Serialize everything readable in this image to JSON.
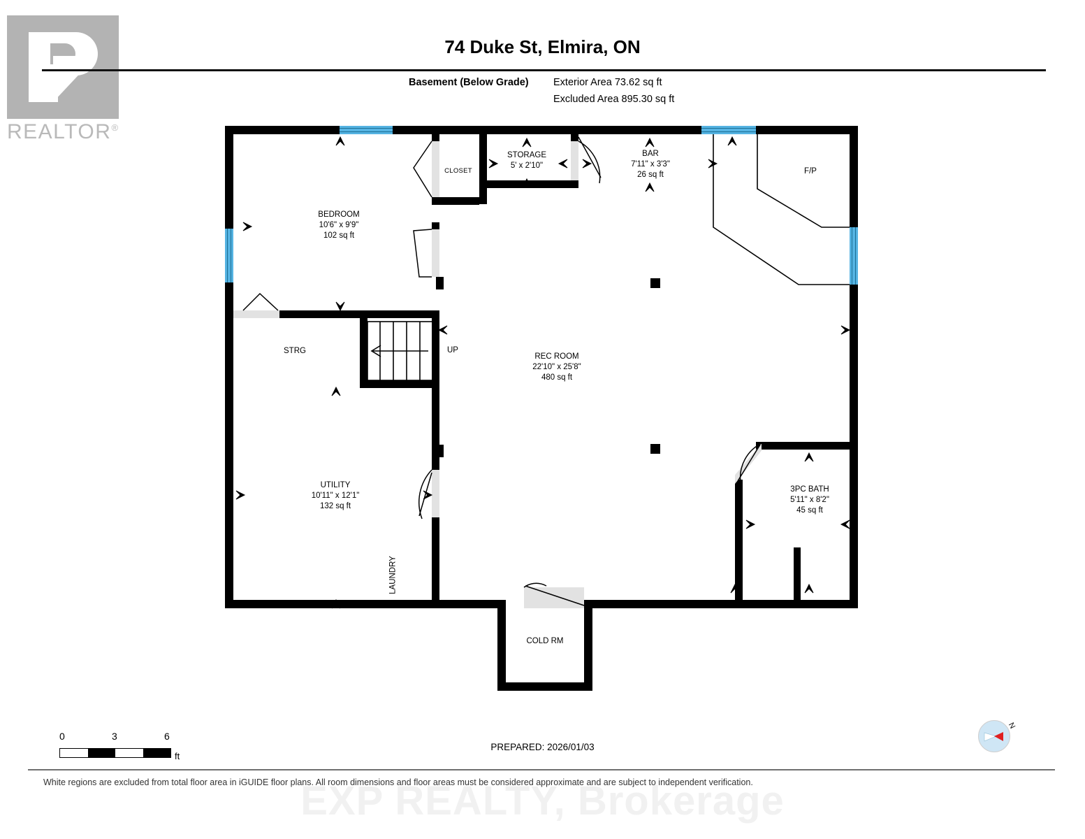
{
  "branding": {
    "realtor_logo_word": "REALTOR",
    "realtor_trademark": "®"
  },
  "header": {
    "title": "74 Duke St, Elmira, ON",
    "floor_label": "Basement (Below Grade)",
    "exterior_area": "Exterior Area 73.62 sq ft",
    "excluded_area": "Excluded Area 895.30 sq ft"
  },
  "rooms": [
    {
      "name": "BEDROOM",
      "dims": "10'6\" x 9'9\"",
      "area": "102 sq ft"
    },
    {
      "name": "CLOSET",
      "dims": "",
      "area": ""
    },
    {
      "name": "STORAGE",
      "dims": "5' x 2'10\"",
      "area": ""
    },
    {
      "name": "BAR",
      "dims": "7'11\" x 3'3\"",
      "area": "26 sq ft"
    },
    {
      "name": "F/P",
      "dims": "",
      "area": ""
    },
    {
      "name": "STRG",
      "dims": "",
      "area": ""
    },
    {
      "name": "UP",
      "dims": "",
      "area": ""
    },
    {
      "name": "REC ROOM",
      "dims": "22'10\" x 25'8\"",
      "area": "480 sq ft"
    },
    {
      "name": "UTILITY",
      "dims": "10'11\" x 12'1\"",
      "area": "132 sq ft"
    },
    {
      "name": "LAUNDRY",
      "dims": "",
      "area": ""
    },
    {
      "name": "3PC BATH",
      "dims": "5'11\" x 8'2\"",
      "area": "45 sq ft"
    },
    {
      "name": "COLD RM",
      "dims": "",
      "area": ""
    }
  ],
  "scale": {
    "tick_0": "0",
    "tick_3": "3",
    "tick_6": "6",
    "unit": "ft"
  },
  "footer": {
    "prepared": "PREPARED: 2026/01/03",
    "disclaimer": "White regions are excluded from total floor area in iGUIDE floor plans. All room dimensions and floor areas must be considered approximate and are subject to independent verification.",
    "watermark": "EXP REALTY, Brokerage",
    "compass_north": "N"
  },
  "colors": {
    "wall": "#000000",
    "window": "#55b3e2",
    "door_leaf": "#e2e2e2",
    "logo_gray": "#b3b3b3"
  }
}
